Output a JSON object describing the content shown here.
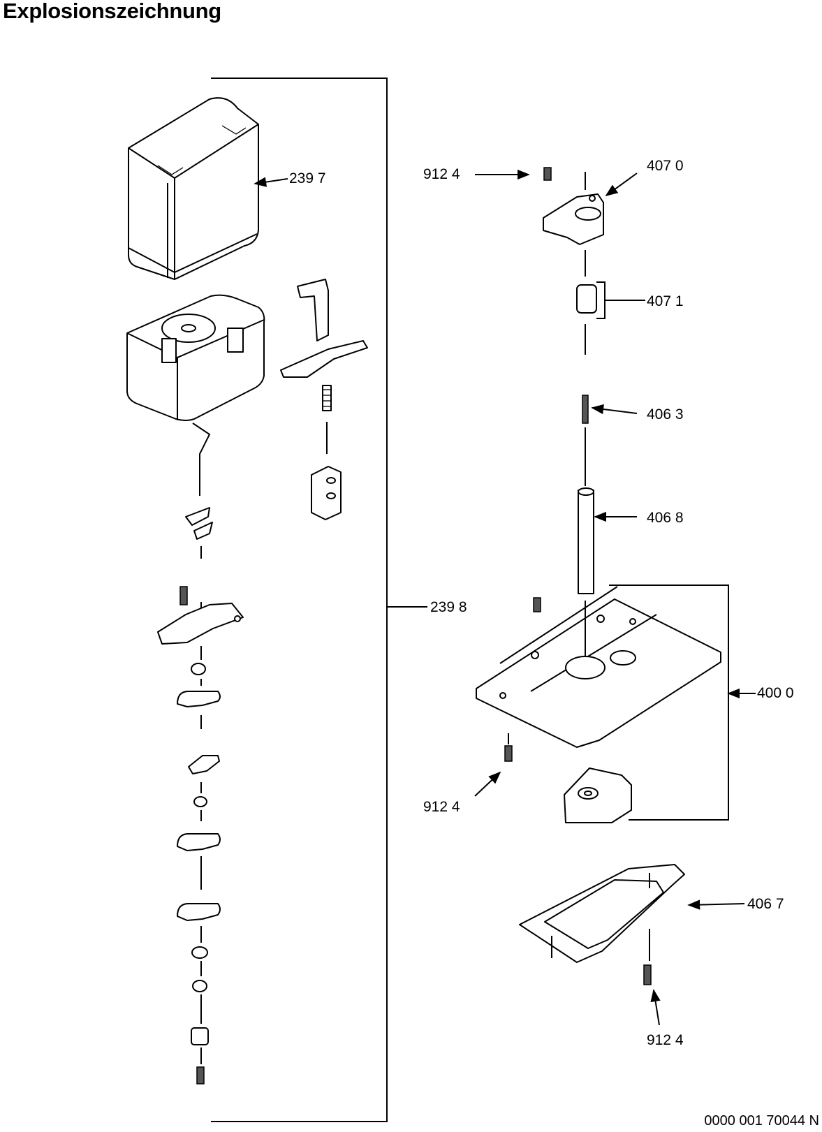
{
  "title": "Explosionszeichnung",
  "labels": {
    "p2397": "239 7",
    "p2398": "239 8",
    "p9124_top": "912 4",
    "p4070": "407 0",
    "p4071": "407 1",
    "p4063": "406 3",
    "p4068": "406 8",
    "p4000": "400 0",
    "p9124_mid": "912 4",
    "p4067": "406 7",
    "p9124_bottom": "912 4"
  },
  "document_number": "0000 001 70044 N"
}
